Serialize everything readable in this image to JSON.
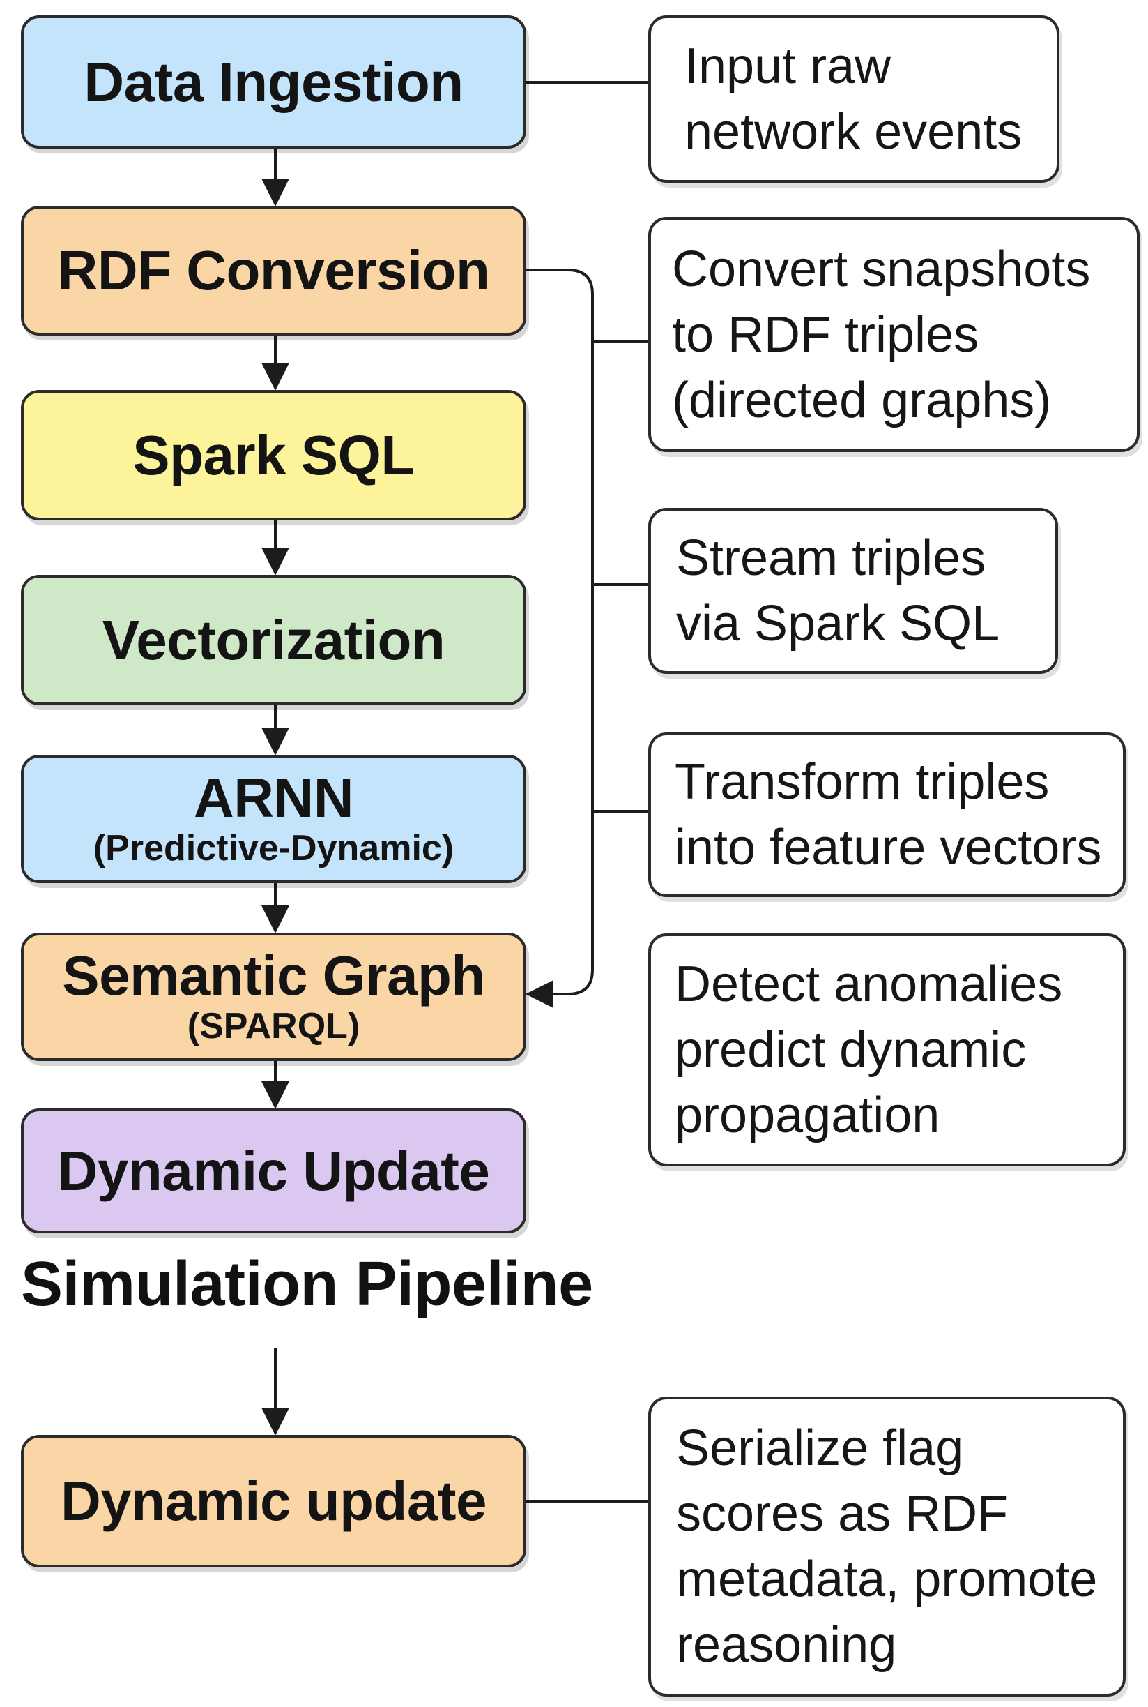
{
  "colors": {
    "blue": "#c4e4fb",
    "orange": "#fad6a6",
    "yellow": "#fcf39a",
    "green": "#cfe8c8",
    "purple": "#dac8f1",
    "stroke": "#2b2b2b"
  },
  "pipeline": {
    "data_ingestion": "Data Ingestion",
    "rdf_conversion": "RDF Conversion",
    "spark_sql": "Spark SQL",
    "vectorization": "Vectorization",
    "arnn": "ARNN",
    "arnn_sub": "(Predictive-Dynamic)",
    "semantic_graph": "Semantic Graph",
    "semantic_graph_sub": "(SPARQL)",
    "dynamic_update": "Dynamic Update"
  },
  "heading": "Simulation Pipeline",
  "bottom": {
    "dynamic_update": "Dynamic update"
  },
  "notes": {
    "ingest": "Input raw\nnetwork events",
    "convert": "Convert snapshots\nto RDF triples\n(directed graphs)",
    "stream": "Stream triples\nvia Spark SQL",
    "transform": "Transform triples\ninto feature vectors",
    "detect": "Detect anomalies\npredict dynamic\npropagation",
    "serialize": "Serialize flag\nscores as RDF\nmetadata, promote\nreasoning"
  }
}
